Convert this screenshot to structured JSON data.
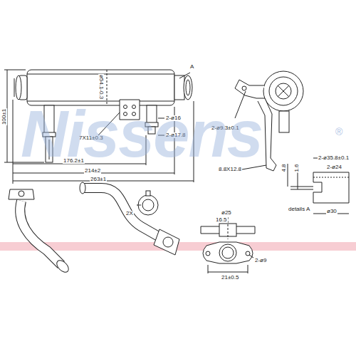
{
  "diagram": {
    "labels": [
      "A",
      "ø54.1-0.3",
      "100±1",
      "2-ø16",
      "7X11±0.3",
      "2-ø17.8",
      "176.2±1",
      "214±2",
      "263±1",
      "2-ø9.3±0.1",
      "8.8X12.8",
      "4.8",
      "1.6",
      "2-ø35.8±0.1",
      "2-ø24",
      "details A",
      "ø30",
      "2X",
      "16.5",
      "ø25",
      "2-ø9",
      "21±0.5",
      "Nissens",
      "®"
    ]
  }
}
